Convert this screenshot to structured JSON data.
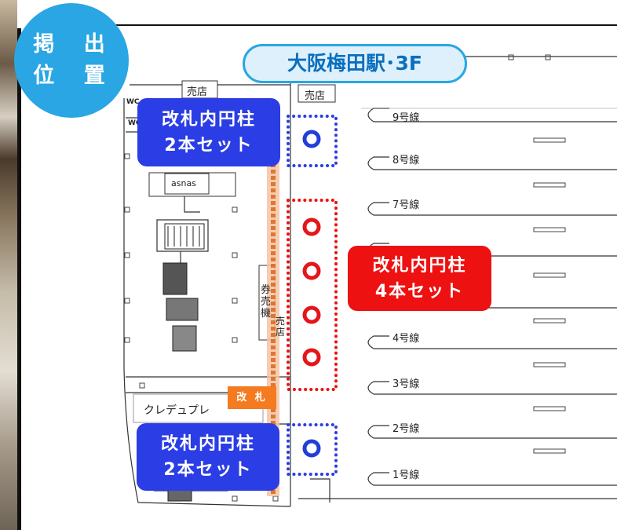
{
  "badge": {
    "line1": "掲 出",
    "line2": "位 置"
  },
  "title": "大阪梅田駅･3F",
  "colors": {
    "badge": "#29a6e3",
    "blue_callout": "#2b3de4",
    "red_callout": "#ee1111",
    "gate": "#f47b1f",
    "pillar_blue": "#1f3fd8",
    "pillar_red": "#e3161b"
  },
  "callouts": {
    "top_blue": {
      "line1": "改札内円柱",
      "line2": "2本セット"
    },
    "red": {
      "line1": "改札内円柱",
      "line2": "4本セット"
    },
    "bottom_blue": {
      "line1": "改札内円柱",
      "line2": "2本セット"
    }
  },
  "gate": "改 札",
  "map_labels": {
    "shop_top_left": "売店",
    "shop_top_right": "売店",
    "wc1": "WC",
    "wc2": "WC",
    "asnas": "asnas",
    "ticket_machines": "券売機",
    "shop_mid": "売店",
    "credit": "クレデュプレ"
  },
  "tracks": [
    "9号線",
    "8号線",
    "7号線",
    "4号線",
    "3号線",
    "2号線",
    "1号線"
  ]
}
